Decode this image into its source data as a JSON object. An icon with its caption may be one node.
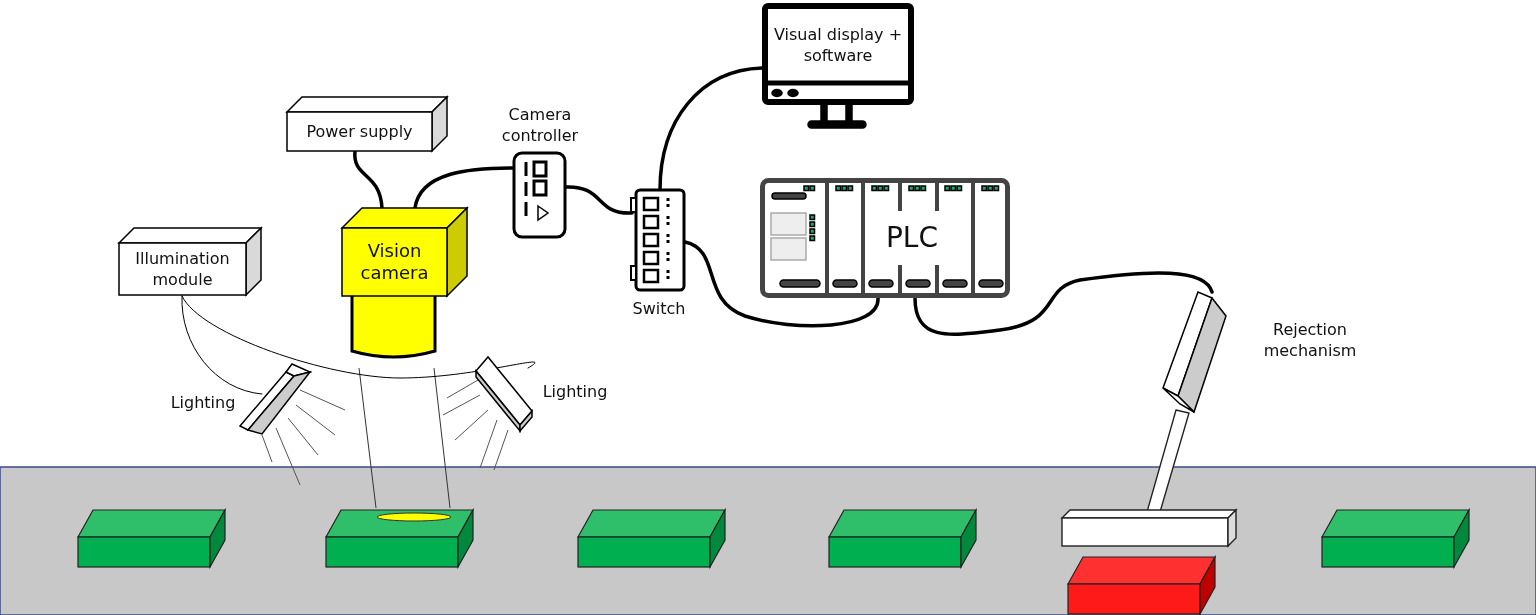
{
  "diagram": {
    "nodes": [
      {
        "text": [
          "Power supply"
        ]
      },
      {
        "text": [
          "Illumination module"
        ]
      },
      {
        "text": [
          "Vision camera"
        ]
      },
      {
        "text": [
          "Camera controller"
        ]
      },
      {
        "text": [
          "Switch"
        ]
      },
      {
        "text": [
          "Visual display + software"
        ]
      },
      {
        "text": [
          "PLC"
        ]
      },
      {
        "text": [
          "Lighting"
        ]
      },
      {
        "text": [
          "Lighting"
        ]
      },
      {
        "text": [
          "Rejection mechanism"
        ]
      }
    ],
    "edges": [
      {
        "from": 0,
        "to": 2,
        "arrow": "none"
      },
      {
        "from": 2,
        "to": 3,
        "arrow": "none"
      },
      {
        "from": 3,
        "to": 4,
        "arrow": "none"
      },
      {
        "from": 4,
        "to": 5,
        "arrow": "none"
      },
      {
        "from": 4,
        "to": 6,
        "arrow": "none"
      },
      {
        "from": 6,
        "to": 9,
        "arrow": "none"
      },
      {
        "from": 1,
        "to": 7,
        "arrow": "none"
      },
      {
        "from": 1,
        "to": 8,
        "arrow": "none"
      }
    ]
  }
}
